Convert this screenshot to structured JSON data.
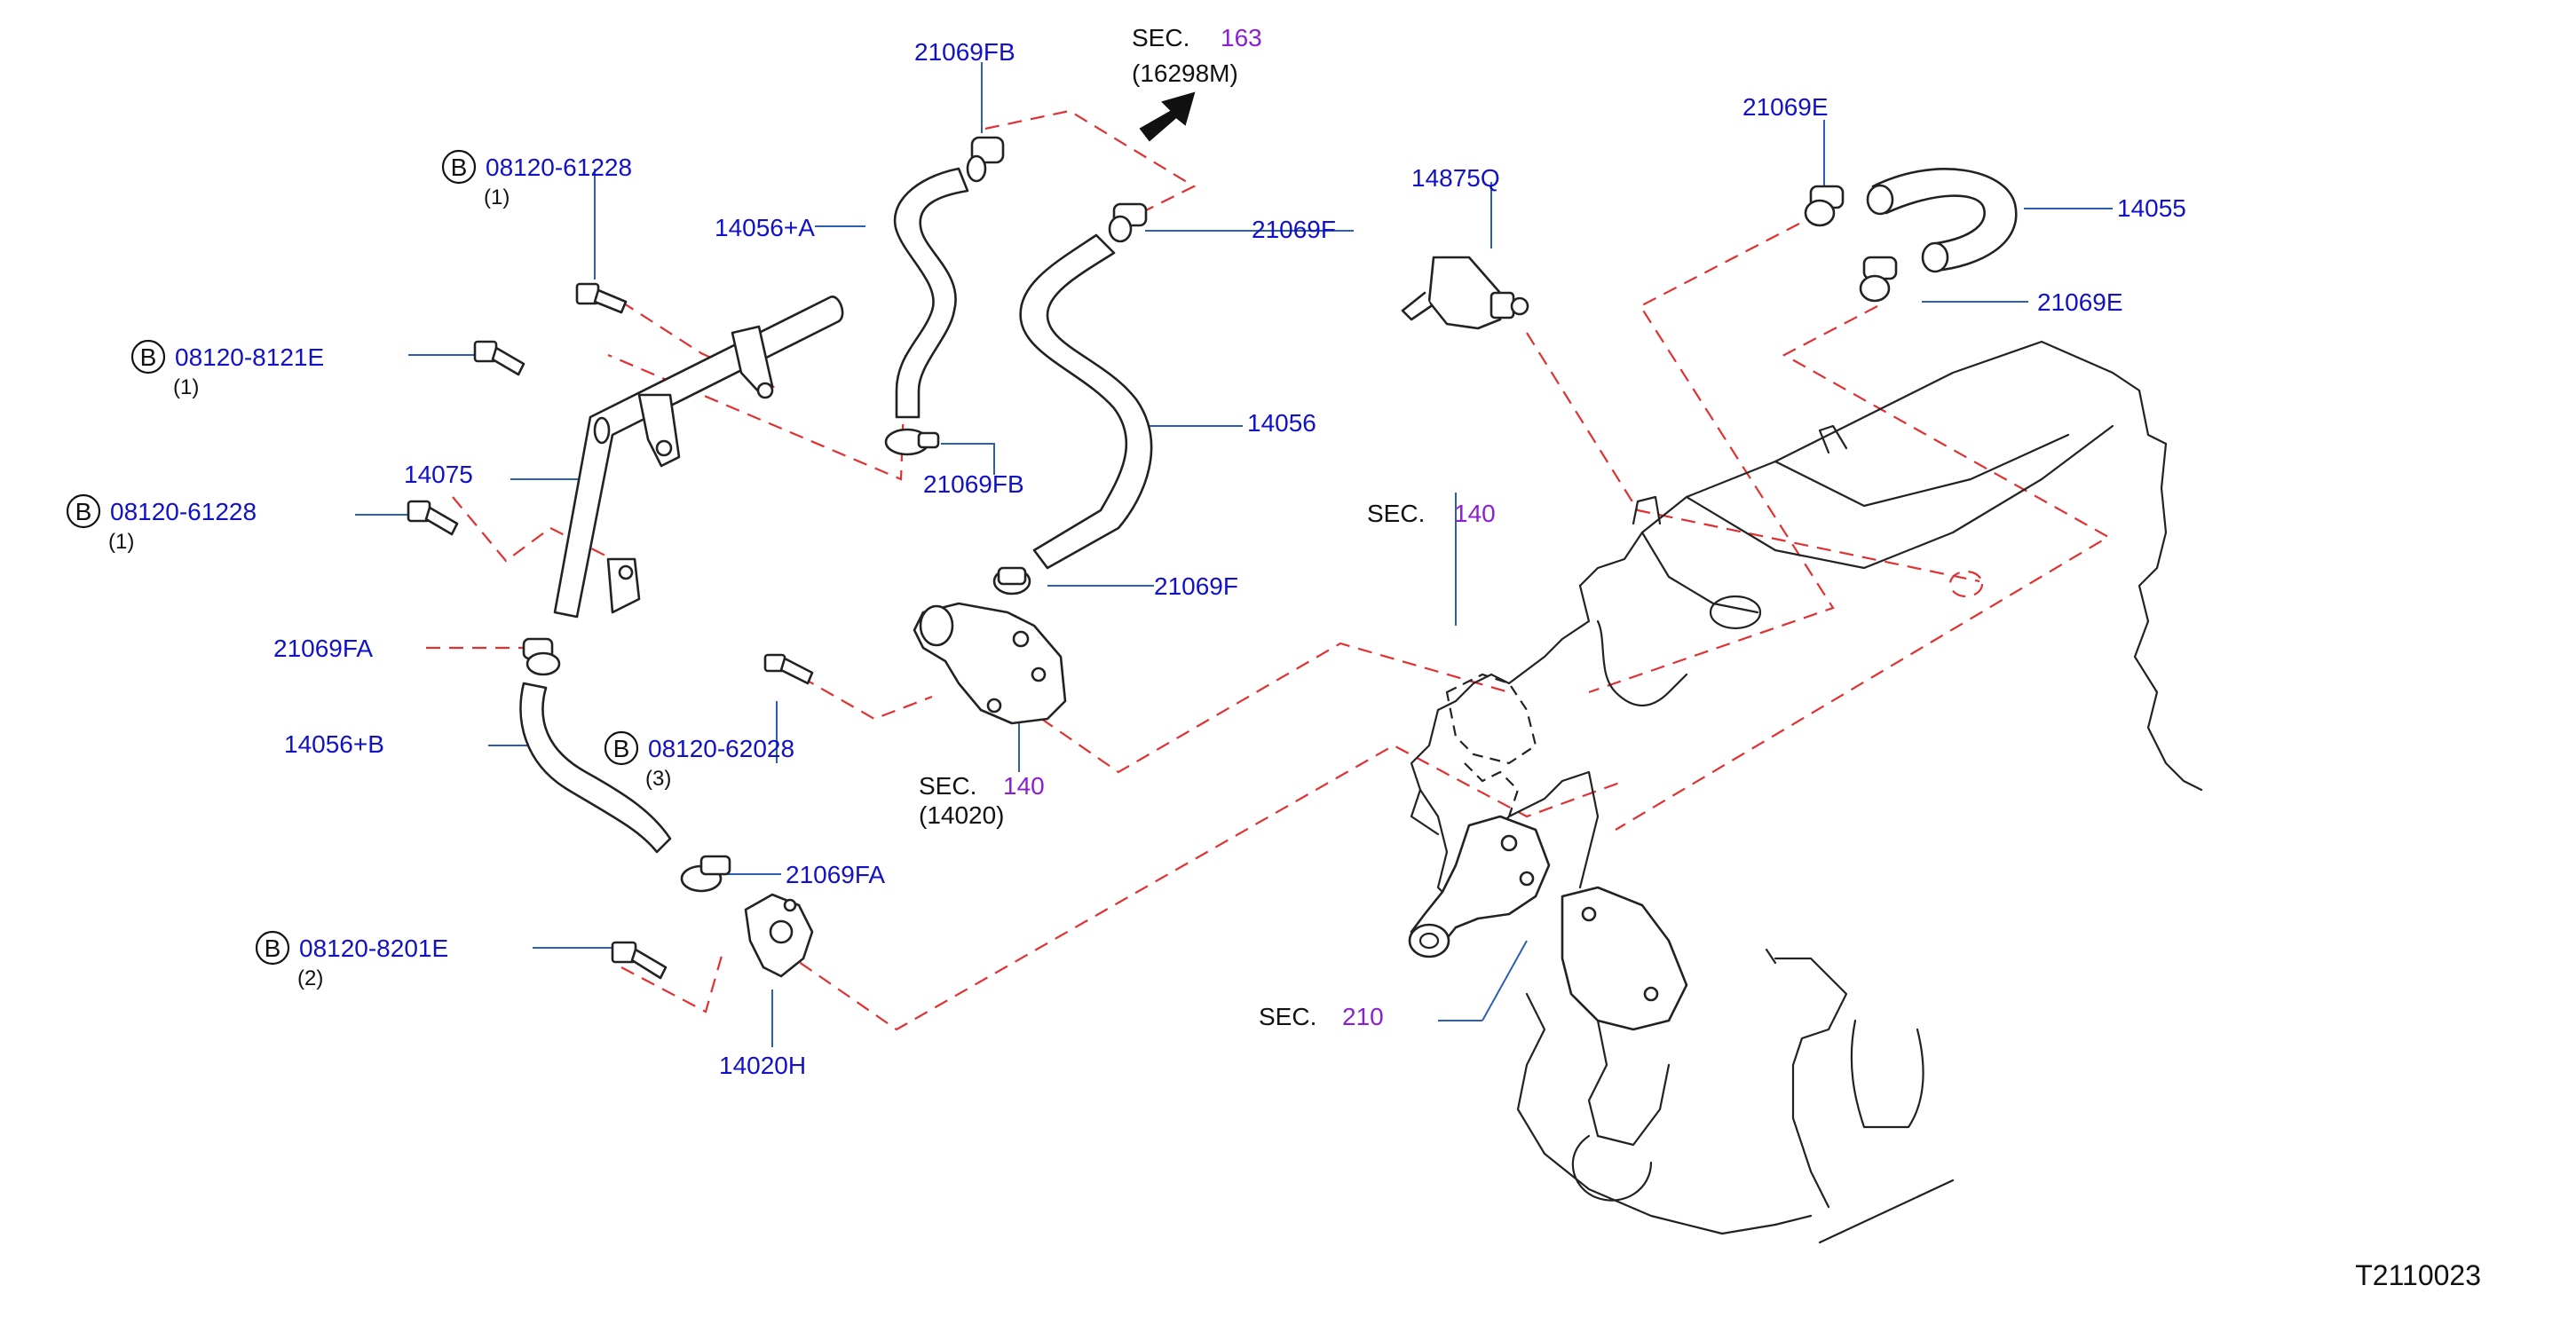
{
  "diagram_id": "T2110023",
  "labels": {
    "p21069FB_top": "21069FB",
    "p21069FB_bot": "21069FB",
    "p14056A": "14056+A",
    "p14056": "14056",
    "p21069F_top": "21069F",
    "p21069F_bot": "21069F",
    "p14875Q": "14875Q",
    "p21069E_top": "21069E",
    "p21069E_bot": "21069E",
    "p14055": "14055",
    "p14075": "14075",
    "p21069FA_top": "21069FA",
    "p21069FA_bot": "21069FA",
    "p14056B": "14056+B",
    "p14020H": "14020H"
  },
  "bolts": [
    {
      "part": "08120-61228",
      "qty": "(1)",
      "badge": "B"
    },
    {
      "part": "08120-8121E",
      "qty": "(1)",
      "badge": "B"
    },
    {
      "part": "08120-61228",
      "qty": "(1)",
      "badge": "B"
    },
    {
      "part": "08120-62028",
      "qty": "(3)",
      "badge": "B"
    },
    {
      "part": "08120-8201E",
      "qty": "(2)",
      "badge": "B"
    }
  ],
  "sections": [
    {
      "prefix": "SEC.",
      "num": "163",
      "sub": "(16298M)"
    },
    {
      "prefix": "SEC.",
      "num": "140",
      "sub": ""
    },
    {
      "prefix": "SEC.",
      "num": "140",
      "sub": "(14020)"
    },
    {
      "prefix": "SEC.",
      "num": "210",
      "sub": ""
    }
  ],
  "colors": {
    "part_number": "#1111c8",
    "section_number": "#8a1fd6",
    "dashed_guide": "#e23030",
    "leader": "#2b5fb4"
  }
}
